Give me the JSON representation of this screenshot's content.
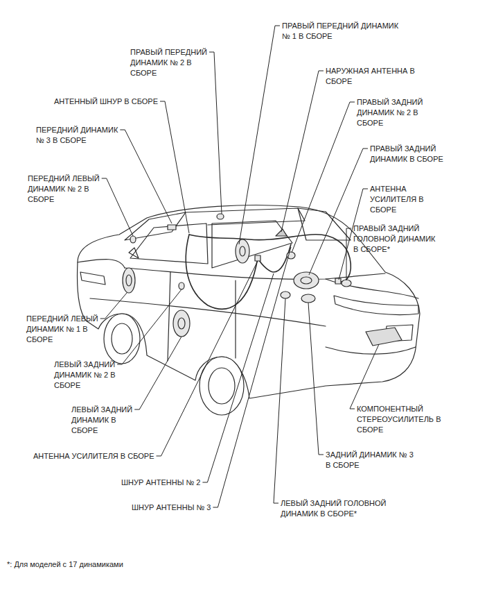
{
  "diagram": {
    "labels": [
      "ПРАВЫЙ ПЕРЕДНИЙ ДИНАМИК № 1 В СБОРЕ",
      "ПРАВЫЙ ПЕРЕДНИЙ ДИНАМИК № 2 В СБОРЕ",
      "НАРУЖНАЯ АНТЕННА В СБОРЕ",
      "АНТЕННЫЙ ШНУР В СБОРЕ",
      "ПРАВЫЙ ЗАДНИЙ ДИНАМИК № 2 В СБОРЕ",
      "ПЕРЕДНИЙ ДИНАМИК № 3 В СБОРЕ",
      "ПРАВЫЙ ЗАДНИЙ ДИНАМИК В СБОРЕ",
      "ПЕРЕДНИЙ ЛЕВЫЙ ДИНАМИК № 2 В СБОРЕ",
      "АНТЕННА УСИЛИТЕЛЯ В СБОРЕ",
      "ПРАВЫЙ ЗАДНИЙ ГОЛОВНОЙ ДИНАМИК В СБОРЕ*",
      "ПЕРЕДНИЙ ЛЕВЫЙ ДИНАМИК № 1 В СБОРЕ",
      "ЛЕВЫЙ ЗАДНИЙ ДИНАМИК № 2 В СБОРЕ",
      "КОМПОНЕНТНЫЙ СТЕРЕОУСИЛИТЕЛЬ В СБОРЕ",
      "ЛЕВЫЙ ЗАДНИЙ ДИНАМИК В СБОРЕ",
      "АНТЕННА УСИЛИТЕЛЯ В СБОРЕ",
      "ЗАДНИЙ ДИНАМИК № 3 В СБОРЕ",
      "ШНУР АНТЕННЫ № 2",
      "ШНУР АНТЕННЫ № 3",
      "ЛЕВЫЙ ЗАДНИЙ ГОЛОВНОЙ ДИНАМИК В СБОРЕ*",
      "*: Для моделей с 17 динамиками"
    ]
  }
}
